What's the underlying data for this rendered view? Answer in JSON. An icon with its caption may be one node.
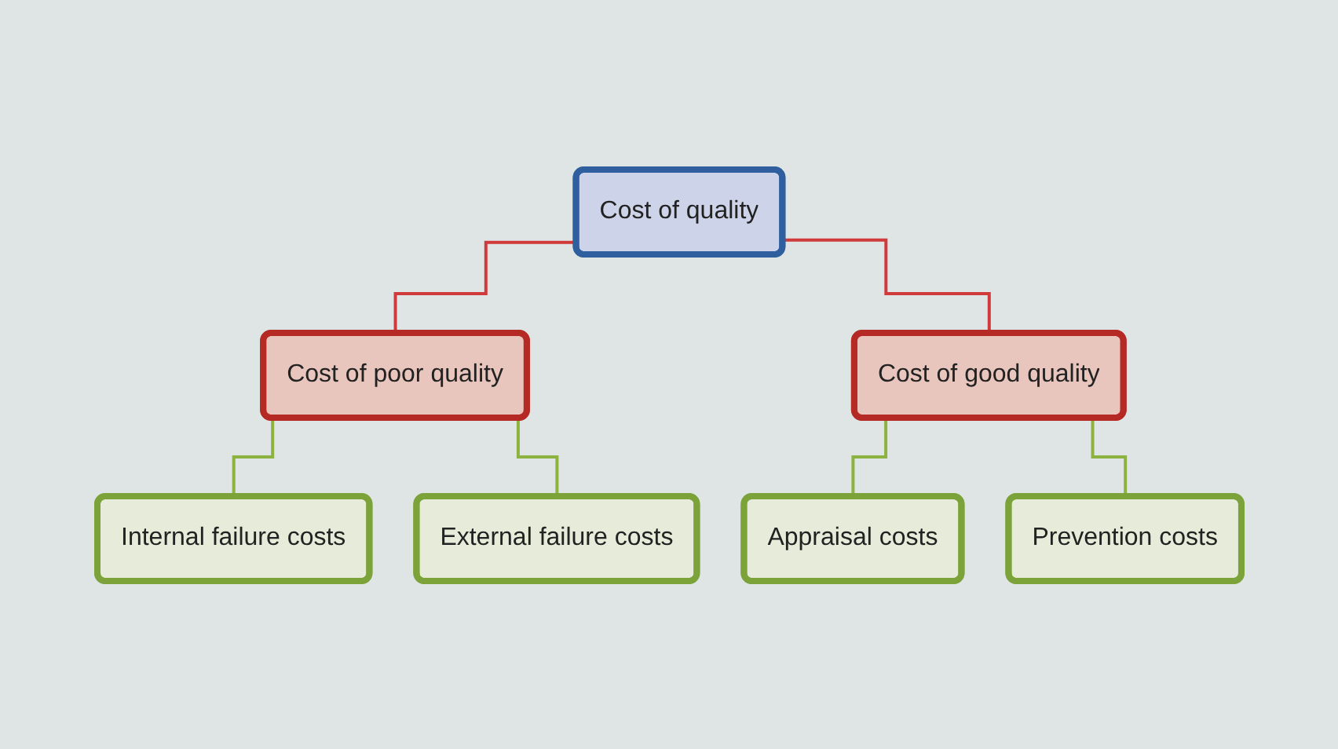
{
  "diagram": {
    "nodes": [
      {
        "text": [
          "Cost of quality"
        ]
      },
      {
        "text": [
          "Cost of poor quality"
        ]
      },
      {
        "text": [
          "Cost of good quality"
        ]
      },
      {
        "text": [
          "Internal failure costs"
        ]
      },
      {
        "text": [
          "External failure costs"
        ]
      },
      {
        "text": [
          "Appraisal costs"
        ]
      },
      {
        "text": [
          "Prevention costs"
        ]
      }
    ],
    "edges": [
      {
        "from": 0,
        "to": 1,
        "arrow": "none",
        "color": "#d03a3a"
      },
      {
        "from": 0,
        "to": 2,
        "arrow": "none",
        "color": "#d03a3a"
      },
      {
        "from": 1,
        "to": 3,
        "arrow": "none"
      },
      {
        "from": 1,
        "to": 4,
        "arrow": "none"
      },
      {
        "from": 2,
        "to": 5,
        "arrow": "none"
      },
      {
        "from": 2,
        "to": 6,
        "arrow": "none"
      }
    ]
  }
}
